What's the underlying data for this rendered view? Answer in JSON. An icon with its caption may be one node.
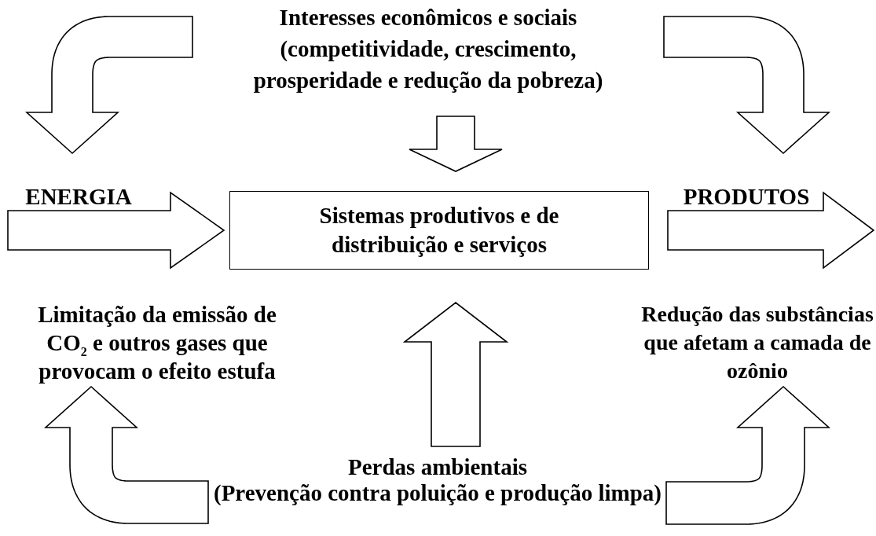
{
  "diagram": {
    "nodes": [
      {
        "text": [
          "Interesses econômicos e sociais",
          "(competitividade, crescimento, prosperidade e redução da pobreza)"
        ]
      },
      {
        "text": [
          "Sistemas produtivos e de distribuição e serviços"
        ]
      },
      {
        "text": [
          "ENERGIA"
        ]
      },
      {
        "text": [
          "PRODUTOS"
        ]
      },
      {
        "text": [
          "Limitação da emissão de CO$_{2}$ e outros gases que provocam o efeito estufa"
        ]
      },
      {
        "text": [
          "Redução das substâncias que afetam a camada de ozônio"
        ]
      },
      {
        "text": [
          "Perdas ambientais",
          "(Prevenção contra poluição e produção limpa)"
        ]
      }
    ],
    "edges": [
      {
        "from": 0,
        "to": 1,
        "arrow": "to"
      },
      {
        "from": 0,
        "to": 2,
        "arrow": "to"
      },
      {
        "from": 0,
        "to": 3,
        "arrow": "to"
      },
      {
        "from": 2,
        "to": 1,
        "arrow": "to"
      },
      {
        "from": 1,
        "to": 3,
        "arrow": "to"
      },
      {
        "from": 6,
        "to": 1,
        "arrow": "to"
      },
      {
        "from": 6,
        "to": 4,
        "arrow": "to"
      },
      {
        "from": 6,
        "to": 5,
        "arrow": "to"
      }
    ]
  }
}
